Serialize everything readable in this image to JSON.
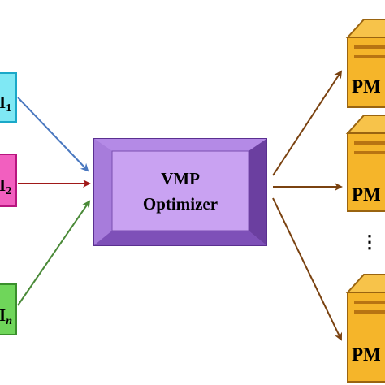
{
  "colors": {
    "input1_fill": "#7fe8f4",
    "input1_stroke": "#1aa8c8",
    "input1_arrow": "#4a78c0",
    "input2_fill": "#f25fbf",
    "input2_stroke": "#b8157f",
    "input2_arrow": "#a01818",
    "input3_fill": "#6fd65a",
    "input3_stroke": "#3a8f2c",
    "input3_arrow": "#4a8a38",
    "optimizer_face": "#c9a2f2",
    "optimizer_dark": "#6b3fa0",
    "optimizer_mid": "#9a6dd0",
    "pm_body": "#f5b52a",
    "pm_stroke": "#9a6410",
    "pm_stripe": "#b87412",
    "out_arrow": "#7a4210"
  },
  "inputs": [
    {
      "label": "I",
      "sub": "1",
      "icon": "cyan-box"
    },
    {
      "label": "I",
      "sub": "2",
      "icon": "magenta-box"
    },
    {
      "label": "I",
      "sub": "n",
      "icon": "green-box"
    }
  ],
  "optimizer": {
    "line1": "VMP",
    "line2": "Optimizer"
  },
  "pms": [
    {
      "label": "PM",
      "sub": "",
      "icon": "server-icon"
    },
    {
      "label": "PM",
      "sub": "",
      "icon": "server-icon"
    },
    {
      "label": "PM",
      "sub": "",
      "icon": "server-icon"
    }
  ],
  "ellipsis": "⋮"
}
